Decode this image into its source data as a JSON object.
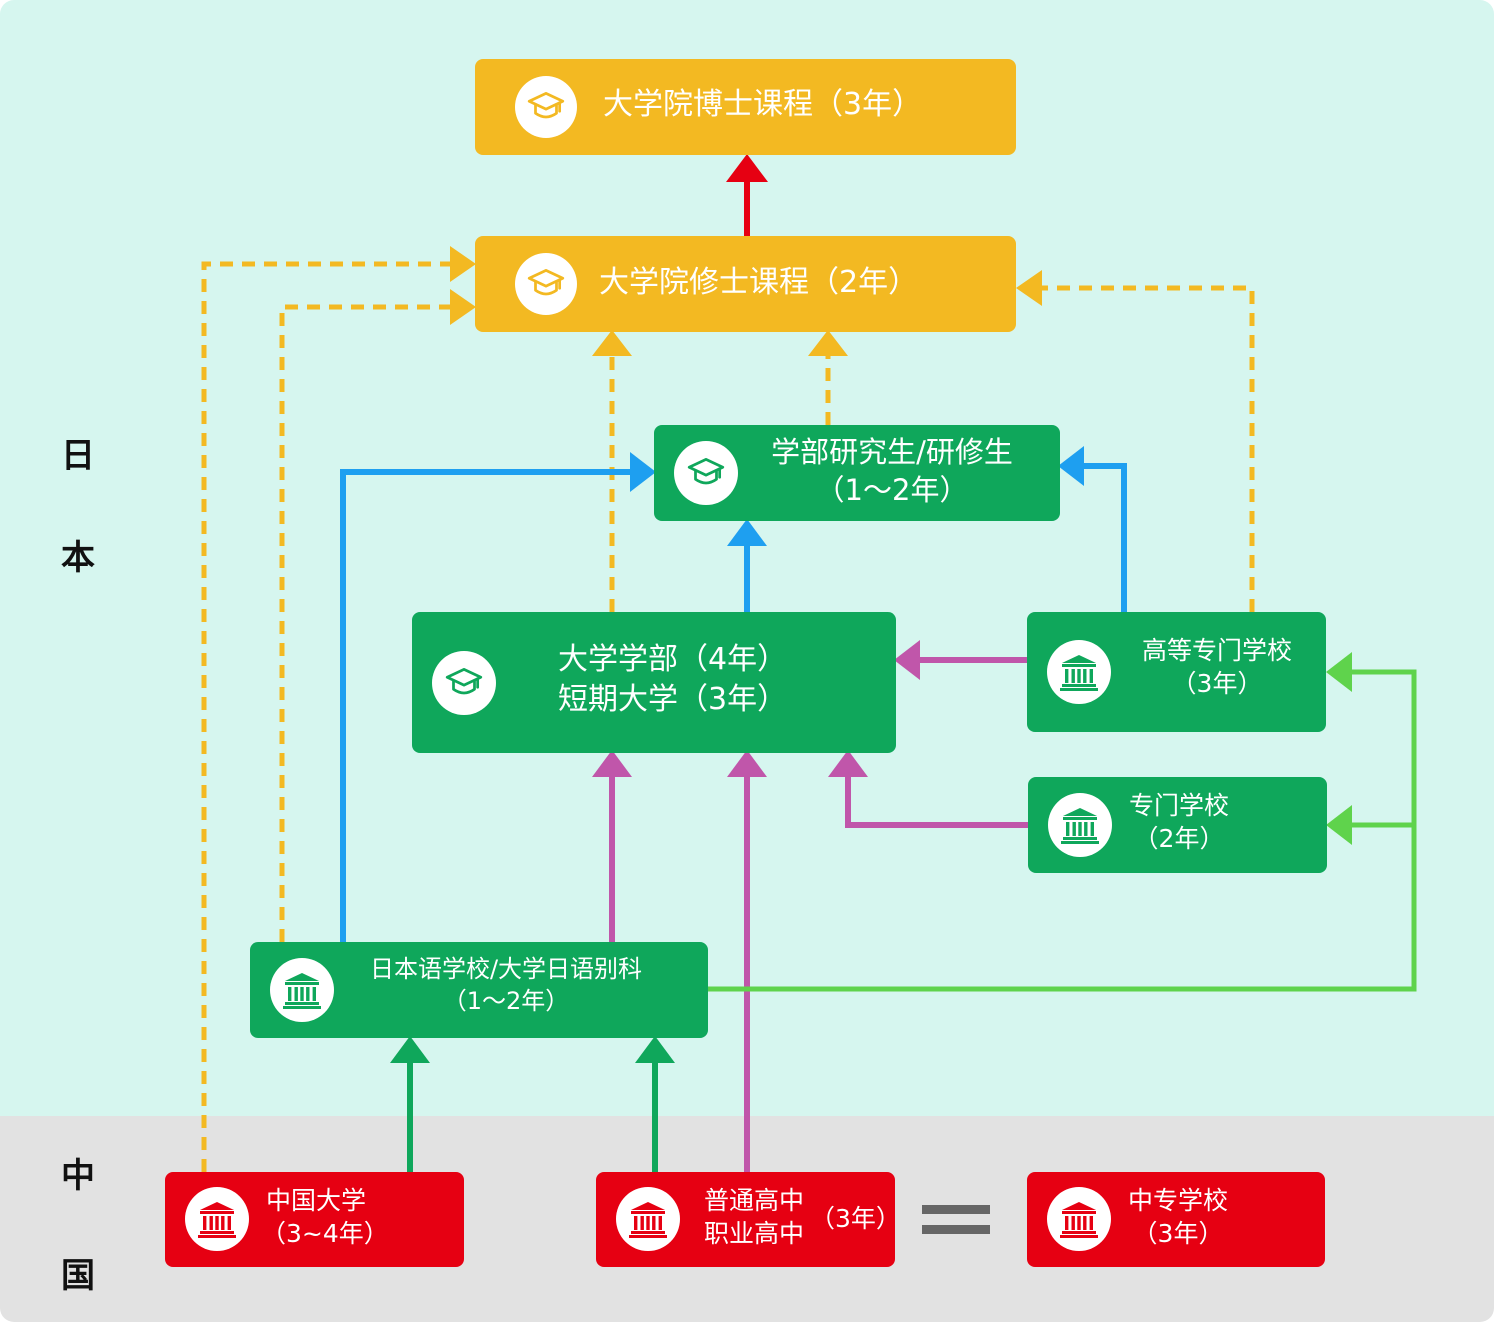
{
  "sides": {
    "japan": [
      "日",
      "本"
    ],
    "china": [
      "中",
      "国"
    ]
  },
  "colors": {
    "japan_bg": "#d6f6ef",
    "china_bg": "#e2e2e2",
    "yellow": "#f3b922",
    "green": "#0fa75b",
    "red_box": "#e60012",
    "arrow_red": "#e60012",
    "arrow_blue": "#1e9ff0",
    "arrow_pink": "#c056aa",
    "arrow_light_green": "#5fd34c",
    "arrow_dark_green": "#0fa75b",
    "dashed": "#f3b922"
  },
  "nodes": {
    "doctor": {
      "lines": [
        "大学院博士课程（3年）"
      ],
      "icon": "graduation-cap-icon"
    },
    "master": {
      "lines": [
        "大学院修士课程（2年）"
      ],
      "icon": "graduation-cap-icon"
    },
    "research": {
      "lines": [
        "学部研究生/研修生",
        "（1～2年）"
      ],
      "icon": "graduation-cap-icon"
    },
    "university": {
      "lines": [
        "大学学部（4年）",
        "短期大学（3年）"
      ],
      "icon": "graduation-cap-icon"
    },
    "college_tech": {
      "lines": [
        "高等专门学校",
        "（3年）"
      ],
      "icon": "institution-icon"
    },
    "vocational": {
      "lines": [
        "专门学校",
        "（2年）"
      ],
      "icon": "institution-icon"
    },
    "language_school": {
      "lines": [
        "日本语学校/大学日语别科",
        "（1～2年）"
      ],
      "icon": "institution-icon"
    },
    "cn_university": {
      "lines": [
        "中国大学",
        "（3~4年）"
      ],
      "icon": "institution-icon"
    },
    "cn_highschool": {
      "lines": [
        "普通高中",
        "职业高中"
      ],
      "suffix": "（3年）",
      "icon": "institution-icon"
    },
    "cn_secondary": {
      "lines": [
        "中专学校",
        "（3年）"
      ],
      "icon": "institution-icon"
    }
  },
  "equals_sign": "equals-icon"
}
